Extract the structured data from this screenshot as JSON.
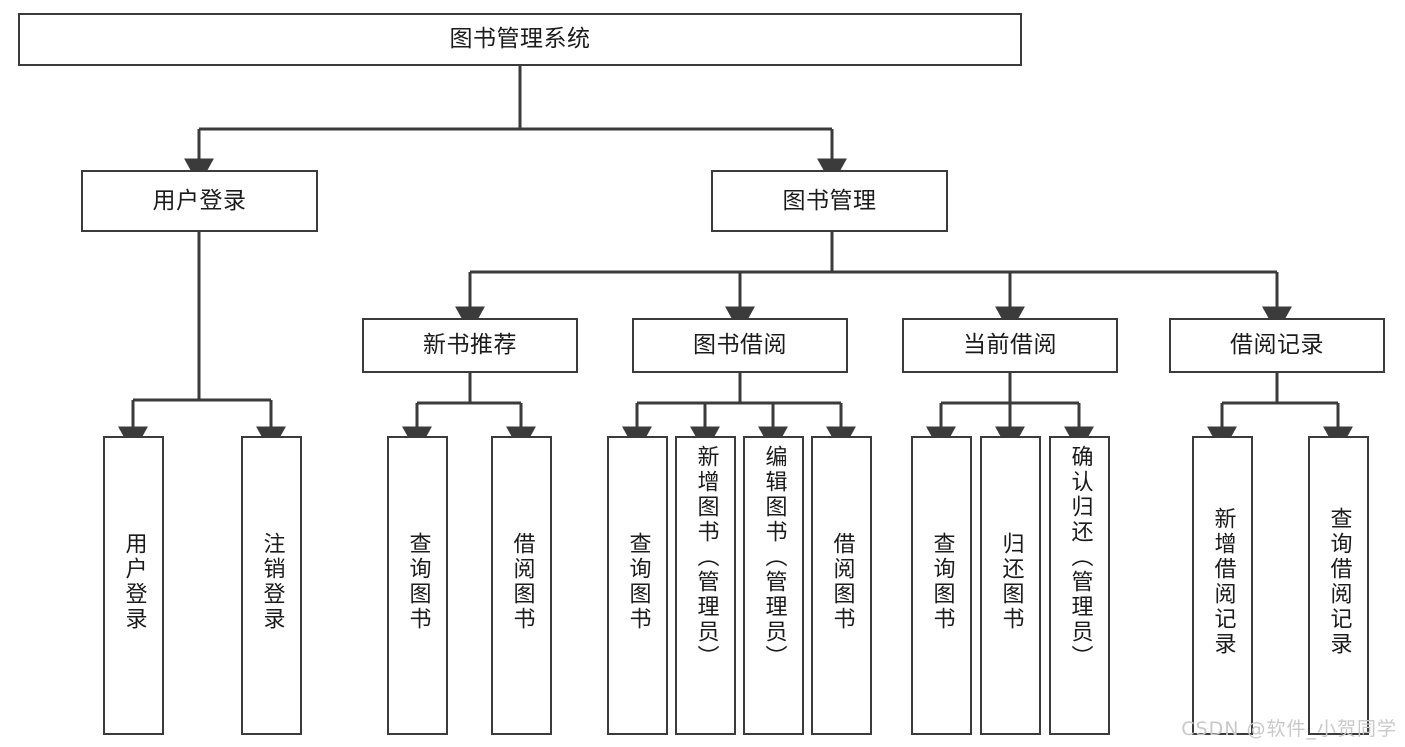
{
  "diagram": {
    "title_node": {
      "id": "root",
      "label": "图书管理系统"
    },
    "level2": [
      {
        "id": "login",
        "label": "用户登录"
      },
      {
        "id": "bookmgmt",
        "label": "图书管理"
      }
    ],
    "level3": [
      {
        "id": "newbook",
        "label": "新书推荐"
      },
      {
        "id": "borrow",
        "label": "图书借阅"
      },
      {
        "id": "current",
        "label": "当前借阅"
      },
      {
        "id": "record",
        "label": "借阅记录"
      }
    ],
    "leaves": {
      "login": [
        {
          "id": "login-user",
          "label": "用户登录"
        },
        {
          "id": "login-logout",
          "label": "注销登录"
        }
      ],
      "newbook": [
        {
          "id": "newbook-query",
          "label": "查询图书"
        },
        {
          "id": "newbook-borrow",
          "label": "借阅图书"
        }
      ],
      "borrow": [
        {
          "id": "borrow-query",
          "label": "查询图书"
        },
        {
          "id": "borrow-add",
          "label": "新增图书（管理员）"
        },
        {
          "id": "borrow-edit",
          "label": "编辑图书（管理员）"
        },
        {
          "id": "borrow-take",
          "label": "借阅图书"
        }
      ],
      "current": [
        {
          "id": "current-query",
          "label": "查询图书"
        },
        {
          "id": "current-return",
          "label": "归还图书"
        },
        {
          "id": "current-confirm",
          "label": "确认归还（管理员）"
        }
      ],
      "record": [
        {
          "id": "record-add",
          "label": "新增借阅记录"
        },
        {
          "id": "record-query",
          "label": "查询借阅记录"
        }
      ]
    }
  },
  "watermark": {
    "text": "CSDN @软件_小贺同学"
  },
  "colors": {
    "stroke": "#3b3b3b",
    "text": "#1b1b1b",
    "background": "#ffffff",
    "watermark": "#c9c9c9"
  }
}
